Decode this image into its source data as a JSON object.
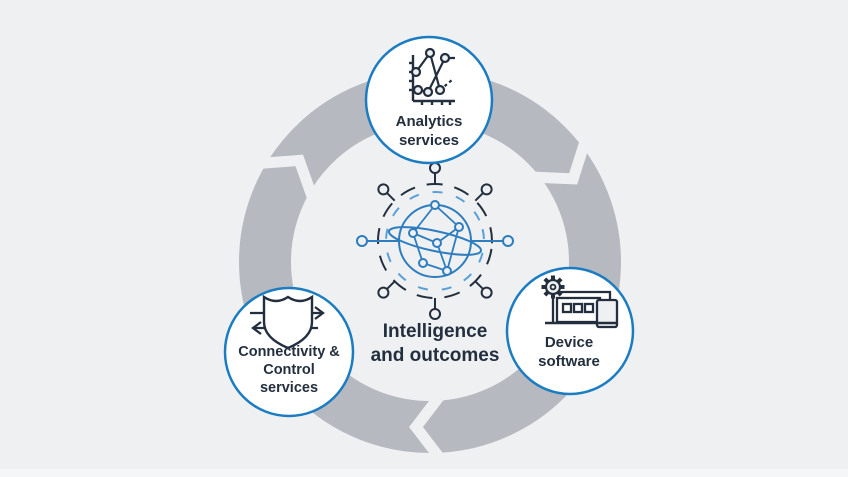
{
  "diagram": {
    "center": {
      "icon": "iot-globe-icon",
      "lines": [
        "Intelligence",
        "and outcomes"
      ]
    },
    "nodes": [
      {
        "id": "analytics-services",
        "icon": "line-chart-icon",
        "lines": [
          "Analytics",
          "services"
        ]
      },
      {
        "id": "connectivity-control-services",
        "icon": "shield-arrows-icon",
        "lines": [
          "Connectivity &",
          "Control",
          "services"
        ]
      },
      {
        "id": "device-software",
        "icon": "device-gear-icon",
        "lines": [
          "Device",
          "software"
        ]
      }
    ],
    "ring": {
      "direction": "clockwise",
      "arrow_count": 3
    },
    "colors": {
      "background": "#eef0f2",
      "ring": "#b7b9c0",
      "circle_border": "#1b7cc2",
      "text": "#232f3e",
      "icon_navy": "#232f3e",
      "icon_blue": "#2e7dbf",
      "icon_light_blue": "#5aa0d8",
      "strip": "#f5f6f7"
    }
  }
}
